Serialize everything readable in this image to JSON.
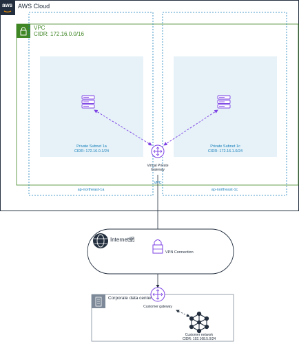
{
  "aws_cloud": {
    "label": "AWS Cloud",
    "logo_text": "aws"
  },
  "vpc": {
    "label": "VPC",
    "cidr": "CIDR: 172.16.0.0/16",
    "bottom_label": "VPC"
  },
  "az": [
    {
      "label": "ap-northeast-1a"
    },
    {
      "label": "ap-northeast-1c"
    }
  ],
  "subnets": [
    {
      "name": "Private Subnet 1a",
      "cidr": "CIDR: 172.16.0.1/24"
    },
    {
      "name": "Private Subnet 1c",
      "cidr": "CIDR: 172.16.1.0/24"
    }
  ],
  "vpg": {
    "line1": "Virtual Private",
    "line2": "Gateway"
  },
  "internet": {
    "label": "Internet網"
  },
  "vpn": {
    "label": "VPN Connection"
  },
  "datacenter": {
    "label": "Corporate data center"
  },
  "customer_gateway": {
    "label": "Customer gateway"
  },
  "customer_network": {
    "label": "Customer network",
    "cidr": "CIDR: 192.168.5.0/24"
  },
  "colors": {
    "cloud_border": "#232f3e",
    "vpc_green": "#3f8624",
    "az_blue": "#147eba",
    "subnet_fill": "#e6f2f8",
    "purple": "#7b3fe4",
    "dc_border": "#7d8998"
  }
}
